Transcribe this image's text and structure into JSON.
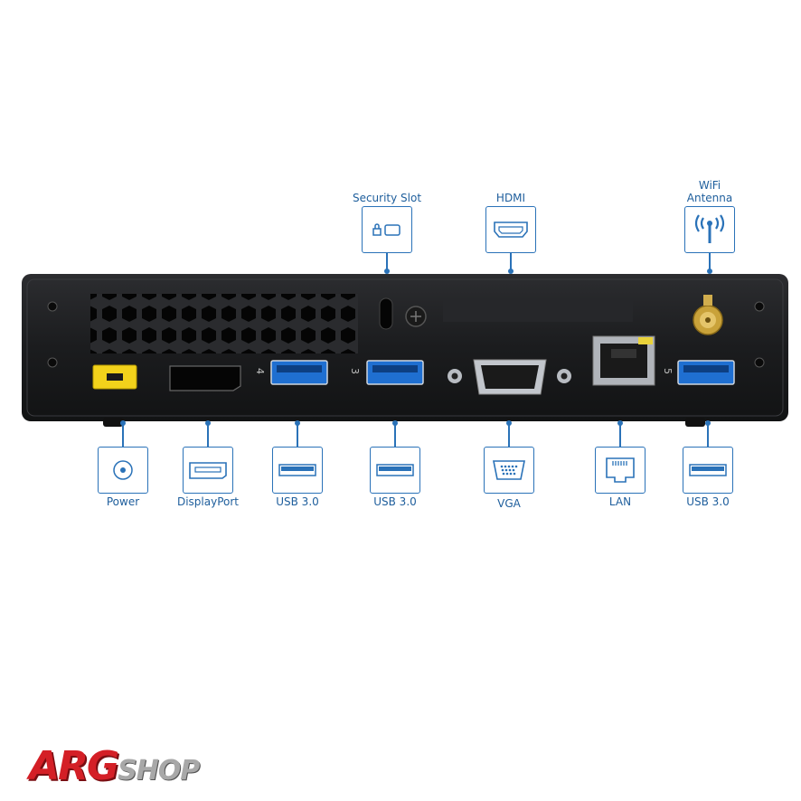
{
  "labels": {
    "security_slot": "Security Slot",
    "hdmi": "HDMI",
    "wifi_line1": "WiFi",
    "wifi_line2": "Antenna",
    "power": "Power",
    "displayport": "DisplayPort",
    "usb_a": "USB 3.0",
    "usb_b": "USB 3.0",
    "vga": "VGA",
    "lan": "LAN",
    "usb_c": "USB 3.0"
  },
  "port_numbers": {
    "usb_4": "4",
    "usb_3": "3",
    "usb_5": "5"
  },
  "brand": {
    "arg": "ARG",
    "shop": "SHOP"
  },
  "icons": [
    "lock-icon",
    "hdmi-icon",
    "wifi-antenna-icon",
    "power-icon",
    "displayport-icon",
    "usb-icon",
    "vga-icon",
    "lan-icon"
  ],
  "colors": {
    "accent": "#2a72b8",
    "label": "#1e5e9c",
    "chassis": "#1b1c1e",
    "power_port": "#f2d21b",
    "usb_blue": "#1f6fd1",
    "brand_red": "#d41f26",
    "brand_gray": "#a8a8a8"
  }
}
